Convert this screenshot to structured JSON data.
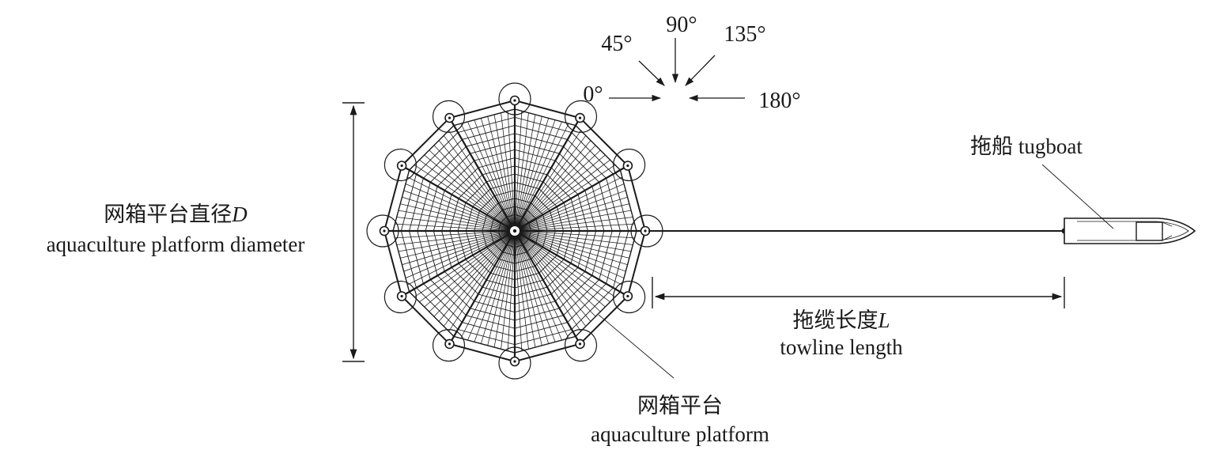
{
  "angles": {
    "a0": "0°",
    "a45": "45°",
    "a90": "90°",
    "a135": "135°",
    "a180": "180°"
  },
  "labels": {
    "diameter_cn": "网箱平台直径",
    "diameter_var": "D",
    "diameter_en": "aquaculture platform diameter",
    "platform_cn": "网箱平台",
    "platform_en": "aquaculture platform",
    "towline_cn": "拖缆长度",
    "towline_var": "L",
    "towline_en": "towline length",
    "tugboat": "拖船 tugboat"
  },
  "colors": {
    "ink": "#1a1a1a",
    "background": "#ffffff"
  }
}
